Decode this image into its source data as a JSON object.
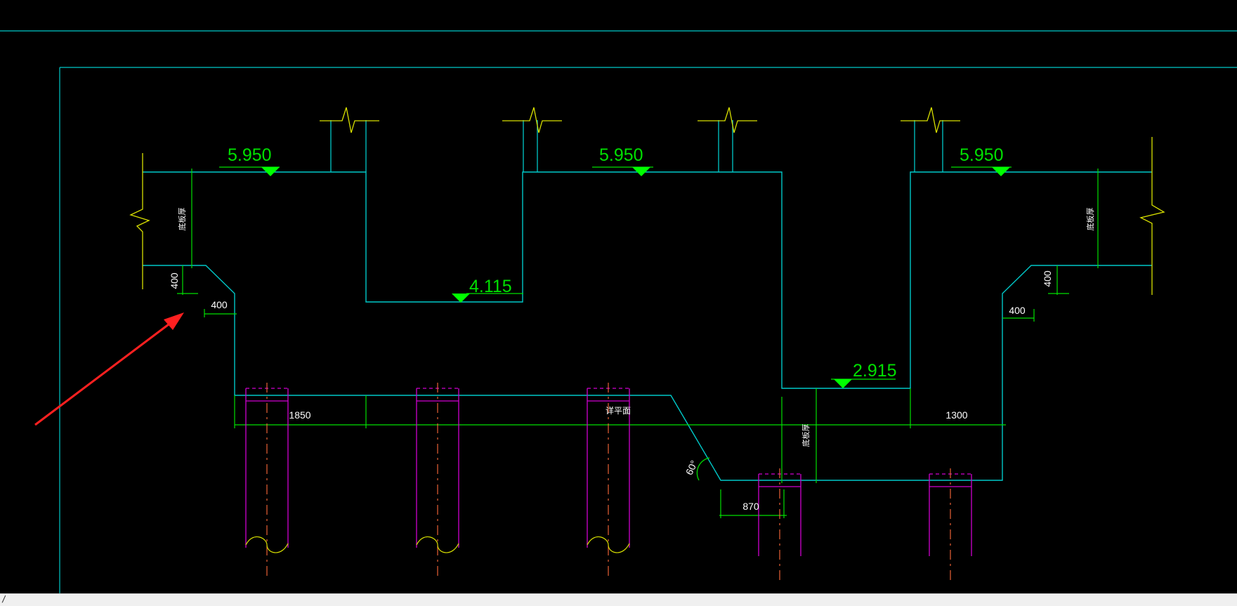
{
  "colors": {
    "background": "#000000",
    "structure": "#00c8c8",
    "dimension": "#00e000",
    "elevation_text": "#00e000",
    "elevation_marker": "#00ff00",
    "break_line": "#d8e000",
    "pile": "#d000d0",
    "pile_center": "#ff6a3a",
    "white_text": "#ffffff",
    "arrow": "#ff2020",
    "statusbar": "#f0f0f0"
  },
  "elevations": [
    "5.950",
    "5.950",
    "5.950",
    "4.115",
    "2.915"
  ],
  "dimensions": [
    "400",
    "400",
    "400",
    "400",
    "1850",
    "1300",
    "870"
  ],
  "angle_label": "60°",
  "vertical_notes": [
    "底板厚",
    "底板厚",
    "底板厚"
  ],
  "section_note": "详平面",
  "statusbar": {
    "cursor_text": "/"
  }
}
